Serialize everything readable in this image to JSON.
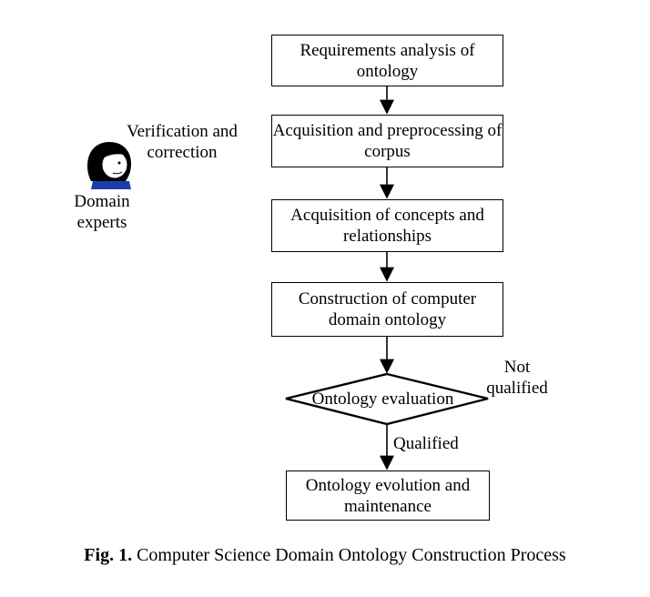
{
  "nodes": {
    "requirements": "Requirements analysis of ontology",
    "acquisition_corpus": "Acquisition and preprocessing of corpus",
    "acquisition_concepts": "Acquisition of concepts and relationships",
    "construction": "Construction of computer domain ontology",
    "evaluation": "Ontology evaluation",
    "evolution": "Ontology evolution and maintenance"
  },
  "labels": {
    "verification": "Verification and correction",
    "domain_experts": "Domain experts",
    "not_qualified": "Not qualified",
    "qualified": "Qualified"
  },
  "caption": {
    "prefix": "Fig. 1.",
    "text": "Computer Science Domain Ontology Construction Process"
  },
  "icons": {
    "domain_expert": "person-head-icon"
  }
}
